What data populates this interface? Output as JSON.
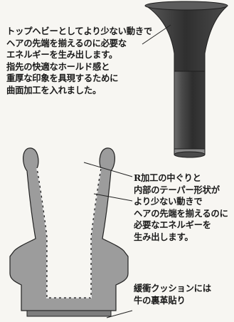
{
  "notes": {
    "top": [
      "トップヘビーとしてより少ない動きで",
      "ヘアの先端を揃えるのに必要な",
      "エネルギーを生み出します。",
      "指先の快適なホールド感と",
      "重厚な印象を具現するために",
      "曲面加工を入れました。"
    ],
    "middle": [
      "R加工の中ぐりと",
      "内部のテーパー形状が",
      "より少ない動きで",
      "ヘアの先端を揃えるのに",
      "必要なエネルギーを",
      "生み出します。"
    ],
    "bottom": [
      "緩衝クッションには",
      "牛の裏革貼り"
    ]
  },
  "colors": {
    "metal_dark": "#3a3a3a",
    "metal_mid": "#6e6e6e",
    "body_gray": "#9c9c9c",
    "outline": "#222222",
    "leather_pad": "#7d7d7d"
  }
}
